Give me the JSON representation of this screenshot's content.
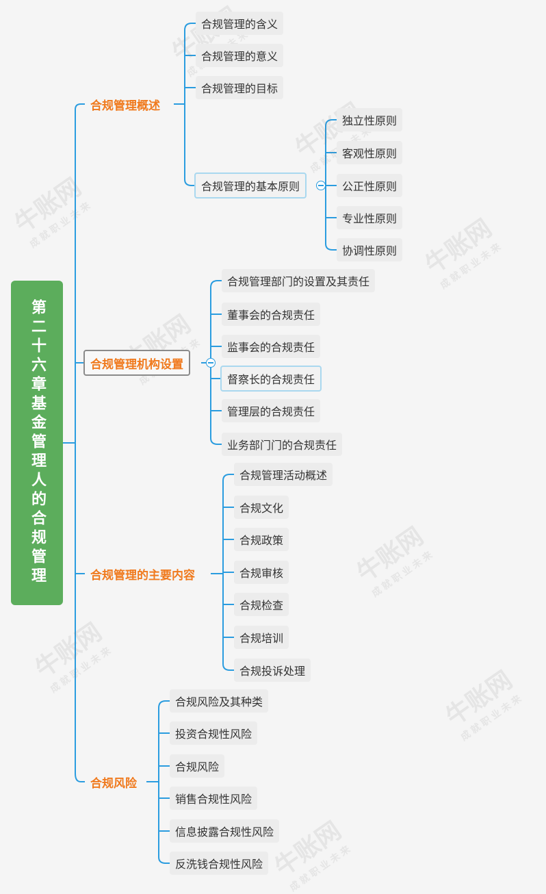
{
  "root": {
    "title": "第二十六章基金管理人的合规管理"
  },
  "branches": [
    {
      "label": "合规管理概述",
      "children": [
        {
          "label": "合规管理的含义"
        },
        {
          "label": "合规管理的意义"
        },
        {
          "label": "合规管理的目标"
        },
        {
          "label": "合规管理的基本原则",
          "children": [
            {
              "label": "独立性原则"
            },
            {
              "label": "客观性原则"
            },
            {
              "label": "公正性原则"
            },
            {
              "label": "专业性原则"
            },
            {
              "label": "协调性原则"
            }
          ]
        }
      ]
    },
    {
      "label": "合规管理机构设置",
      "children": [
        {
          "label": "合规管理部门的设置及其责任"
        },
        {
          "label": "董事会的合规责任"
        },
        {
          "label": "监事会的合规责任"
        },
        {
          "label": "督察长的合规责任"
        },
        {
          "label": "管理层的合规责任"
        },
        {
          "label": "业务部门门的合规责任"
        }
      ]
    },
    {
      "label": "合规管理的主要内容",
      "children": [
        {
          "label": "合规管理活动概述"
        },
        {
          "label": "合规文化"
        },
        {
          "label": "合规政策"
        },
        {
          "label": "合规审核"
        },
        {
          "label": "合规检查"
        },
        {
          "label": "合规培训"
        },
        {
          "label": "合规投诉处理"
        }
      ]
    },
    {
      "label": "合规风险",
      "children": [
        {
          "label": "合规风险及其种类"
        },
        {
          "label": "投资合规性风险"
        },
        {
          "label": "合规风险"
        },
        {
          "label": "销售合规性风险"
        },
        {
          "label": "信息披露合规性风险"
        },
        {
          "label": "反洗钱合规性风险"
        }
      ]
    }
  ],
  "watermark": {
    "brand": "牛账网",
    "slogan": "成就职业未来"
  },
  "colors": {
    "root": "#5cad5c",
    "branch_text": "#f07a1e",
    "connector": "#2a9cdf",
    "leaf_bg": "#ececec"
  }
}
